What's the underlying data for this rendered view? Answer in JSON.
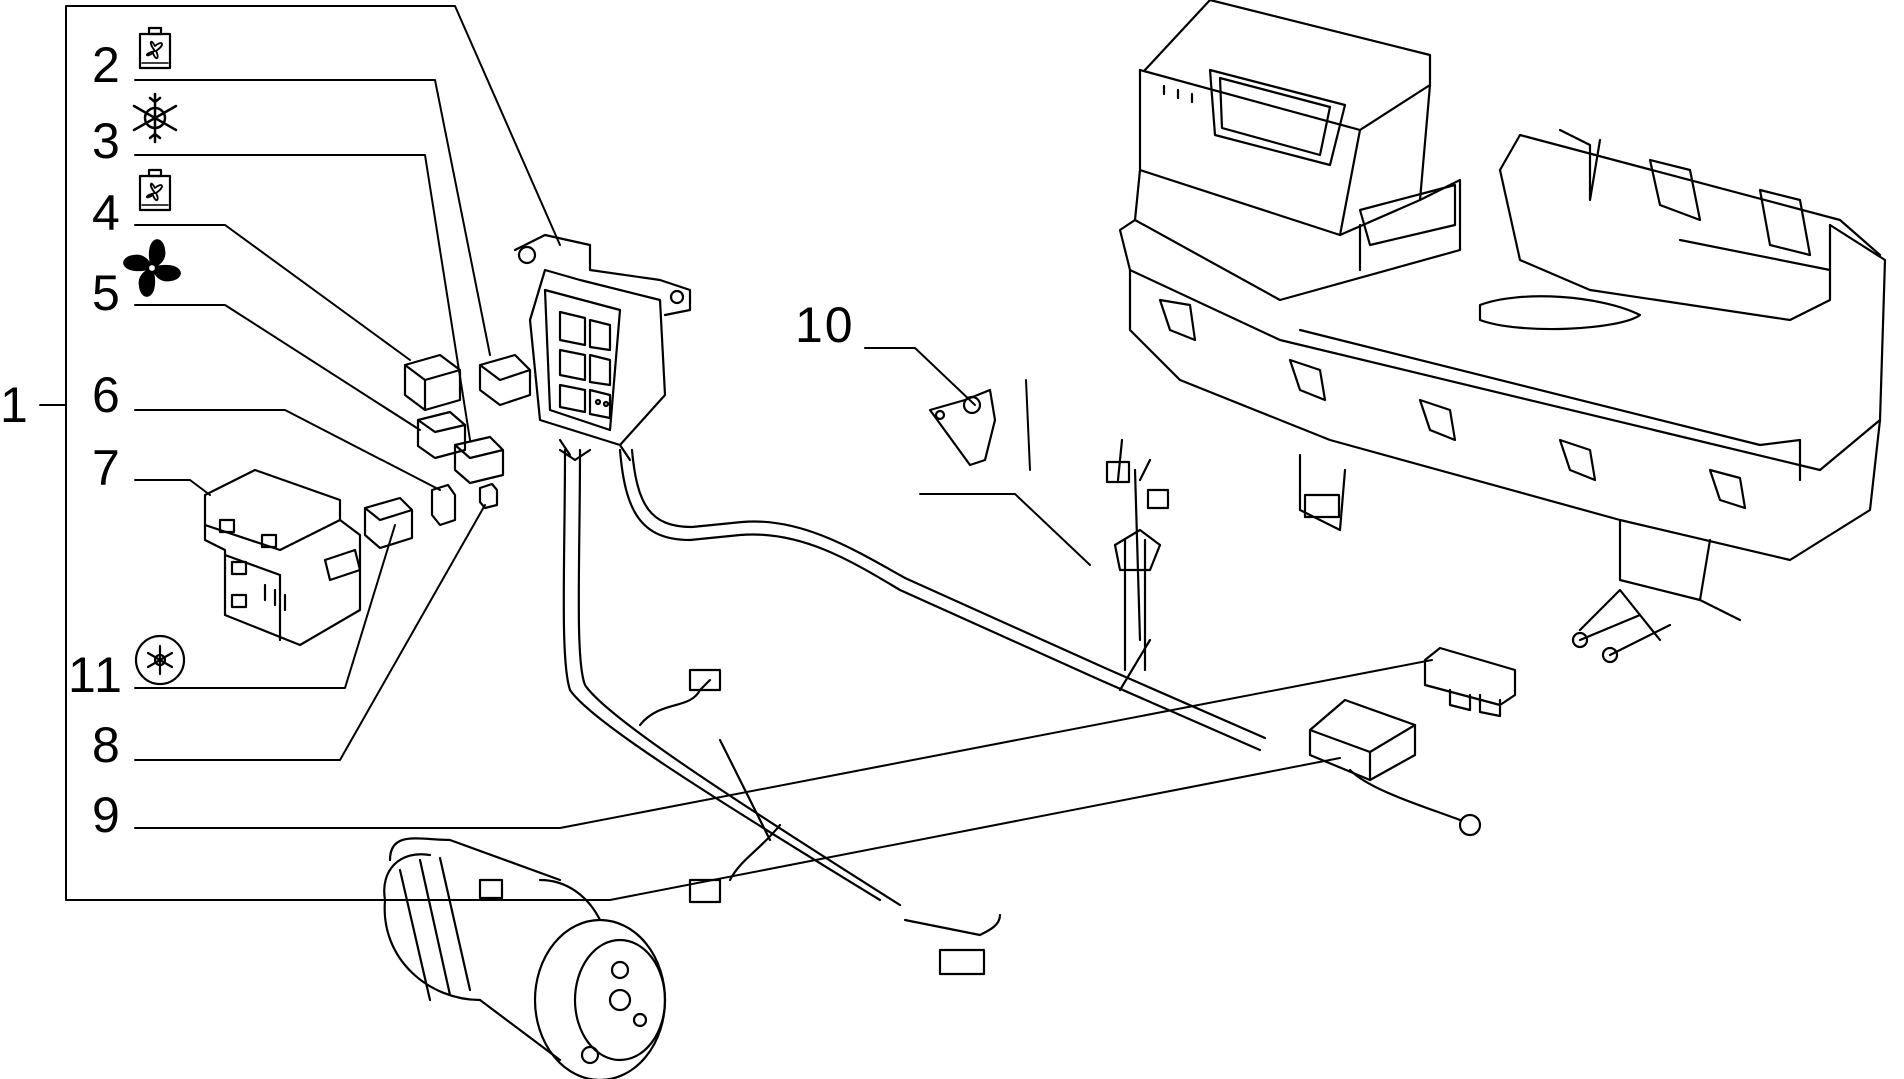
{
  "diagram": {
    "callouts": [
      "1",
      "2",
      "3",
      "4",
      "5",
      "6",
      "7",
      "8",
      "9",
      "10",
      "11"
    ],
    "icons": {
      "item2": "fan-relay-icon",
      "item3": "snowflake-icon",
      "item4": "fan-relay-icon",
      "item5": "fan-icon",
      "item11": "snowflake-circle-icon"
    },
    "colors": {
      "ink": "#000000",
      "paper": "#ffffff"
    }
  }
}
